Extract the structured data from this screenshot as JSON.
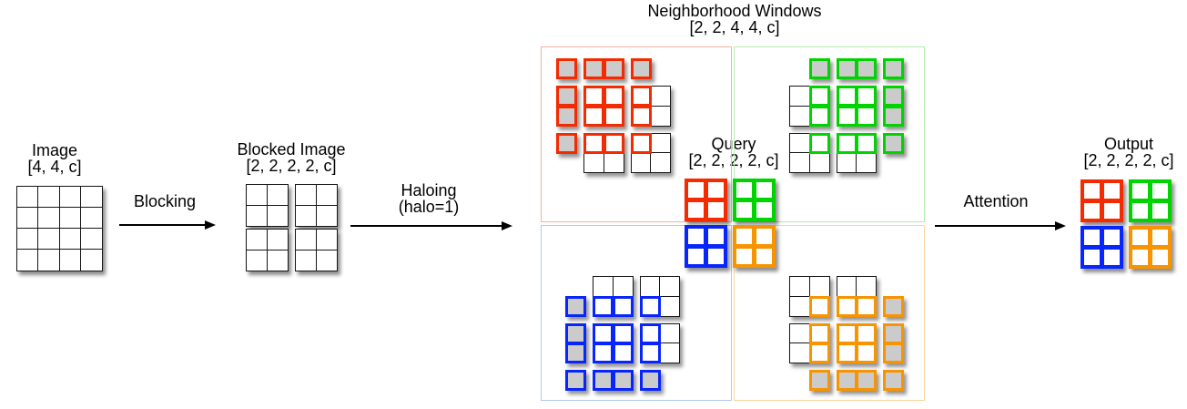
{
  "neighborhood_title": {
    "label": "Neighborhood Windows",
    "shape": "[2, 2, 4, 4, c]"
  },
  "stages": {
    "image": {
      "label": "Image",
      "shape": "[4, 4, c]",
      "grid_rows": 4,
      "grid_cols": 4
    },
    "blocked_image": {
      "label": "Blocked Image",
      "shape": "[2, 2, 2, 2, c]",
      "block_rows": 2,
      "block_cols": 2,
      "num_blocks": 4
    },
    "query": {
      "label": "Query",
      "shape": "[2, 2, 2, 2, c]"
    },
    "output": {
      "label": "Output",
      "shape": "[2, 2, 2, 2, c]"
    }
  },
  "arrows": {
    "blocking": {
      "label": "Blocking"
    },
    "haloing": {
      "label": "Haloing",
      "sublabel": "(halo=1)"
    },
    "attention": {
      "label": "Attention"
    }
  },
  "colors": {
    "red": "#f42a00",
    "green": "#00d400",
    "blue": "#0826fb",
    "orange": "#f79400",
    "red_light": "#f5afa3",
    "green_light": "#b4ecae",
    "blue_light": "#b3c7f0",
    "orange_light": "#f9d5a3",
    "gray_fill": "#cbcbcb",
    "black_border": "#161616"
  },
  "windows": [
    {
      "position": "top-left",
      "color": "red",
      "frame_color": "red_light",
      "col_pattern": "A",
      "row_pattern": "A",
      "chunks": [
        {
          "r": 0,
          "c": 0,
          "m": [
            [
              "pad"
            ]
          ]
        },
        {
          "r": 0,
          "c": 1,
          "m": [
            [
              "pad",
              "pad"
            ]
          ]
        },
        {
          "r": 0,
          "c": 3,
          "m": [
            [
              "pad"
            ]
          ]
        },
        {
          "r": 1,
          "c": 0,
          "m": [
            [
              "pad"
            ],
            [
              "pad"
            ]
          ]
        },
        {
          "r": 1,
          "c": 1,
          "m": [
            [
              "win",
              "win"
            ],
            [
              "win",
              "win"
            ]
          ]
        },
        {
          "r": 1,
          "c": 3,
          "m": [
            [
              "win",
              "out"
            ],
            [
              "win",
              "out"
            ]
          ]
        },
        {
          "r": 3,
          "c": 0,
          "m": [
            [
              "pad"
            ]
          ]
        },
        {
          "r": 3,
          "c": 1,
          "m": [
            [
              "win",
              "win"
            ],
            [
              "out",
              "out"
            ]
          ]
        },
        {
          "r": 3,
          "c": 3,
          "m": [
            [
              "win",
              "out"
            ],
            [
              "out",
              "out"
            ]
          ]
        }
      ]
    },
    {
      "position": "top-right",
      "color": "green",
      "frame_color": "green_light",
      "col_pattern": "B",
      "row_pattern": "A",
      "chunks": [
        {
          "r": 0,
          "c": 1,
          "m": [
            [
              "pad"
            ]
          ]
        },
        {
          "r": 0,
          "c": 2,
          "m": [
            [
              "pad",
              "pad"
            ]
          ]
        },
        {
          "r": 0,
          "c": 4,
          "m": [
            [
              "pad"
            ]
          ]
        },
        {
          "r": 1,
          "c": 0,
          "m": [
            [
              "out",
              "win"
            ],
            [
              "out",
              "win"
            ]
          ]
        },
        {
          "r": 1,
          "c": 2,
          "m": [
            [
              "win",
              "win"
            ],
            [
              "win",
              "win"
            ]
          ]
        },
        {
          "r": 1,
          "c": 4,
          "m": [
            [
              "pad"
            ],
            [
              "pad"
            ]
          ]
        },
        {
          "r": 3,
          "c": 0,
          "m": [
            [
              "out",
              "win"
            ],
            [
              "out",
              "out"
            ]
          ]
        },
        {
          "r": 3,
          "c": 2,
          "m": [
            [
              "win",
              "win"
            ],
            [
              "out",
              "out"
            ]
          ]
        },
        {
          "r": 3,
          "c": 4,
          "m": [
            [
              "pad"
            ]
          ]
        }
      ]
    },
    {
      "position": "bottom-left",
      "color": "blue",
      "frame_color": "blue_light",
      "col_pattern": "A",
      "row_pattern": "B",
      "chunks": [
        {
          "r": 0,
          "c": 1,
          "m": [
            [
              "out",
              "out"
            ],
            [
              "win",
              "win"
            ]
          ]
        },
        {
          "r": 0,
          "c": 3,
          "m": [
            [
              "out",
              "out"
            ],
            [
              "win",
              "out"
            ]
          ]
        },
        {
          "r": 1,
          "c": 0,
          "m": [
            [
              "pad"
            ]
          ]
        },
        {
          "r": 2,
          "c": 0,
          "m": [
            [
              "pad"
            ],
            [
              "pad"
            ]
          ]
        },
        {
          "r": 2,
          "c": 1,
          "m": [
            [
              "win",
              "win"
            ],
            [
              "win",
              "win"
            ]
          ]
        },
        {
          "r": 2,
          "c": 3,
          "m": [
            [
              "win",
              "out"
            ],
            [
              "win",
              "out"
            ]
          ]
        },
        {
          "r": 4,
          "c": 0,
          "m": [
            [
              "pad"
            ]
          ]
        },
        {
          "r": 4,
          "c": 1,
          "m": [
            [
              "pad",
              "pad"
            ]
          ]
        },
        {
          "r": 4,
          "c": 3,
          "m": [
            [
              "pad"
            ]
          ]
        }
      ]
    },
    {
      "position": "bottom-right",
      "color": "orange",
      "frame_color": "orange_light",
      "col_pattern": "B",
      "row_pattern": "B",
      "chunks": [
        {
          "r": 0,
          "c": 0,
          "m": [
            [
              "out",
              "out"
            ],
            [
              "out",
              "win"
            ]
          ]
        },
        {
          "r": 0,
          "c": 2,
          "m": [
            [
              "out",
              "out"
            ],
            [
              "win",
              "win"
            ]
          ]
        },
        {
          "r": 1,
          "c": 4,
          "m": [
            [
              "pad"
            ]
          ]
        },
        {
          "r": 2,
          "c": 0,
          "m": [
            [
              "out",
              "win"
            ],
            [
              "out",
              "win"
            ]
          ]
        },
        {
          "r": 2,
          "c": 2,
          "m": [
            [
              "win",
              "win"
            ],
            [
              "win",
              "win"
            ]
          ]
        },
        {
          "r": 2,
          "c": 4,
          "m": [
            [
              "pad"
            ],
            [
              "pad"
            ]
          ]
        },
        {
          "r": 4,
          "c": 1,
          "m": [
            [
              "pad"
            ]
          ]
        },
        {
          "r": 4,
          "c": 2,
          "m": [
            [
              "pad",
              "pad"
            ]
          ]
        },
        {
          "r": 4,
          "c": 4,
          "m": [
            [
              "pad"
            ]
          ]
        }
      ]
    }
  ],
  "query_blocks": [
    "red",
    "green",
    "blue",
    "orange"
  ],
  "output_blocks": [
    "red",
    "green",
    "blue",
    "orange"
  ]
}
